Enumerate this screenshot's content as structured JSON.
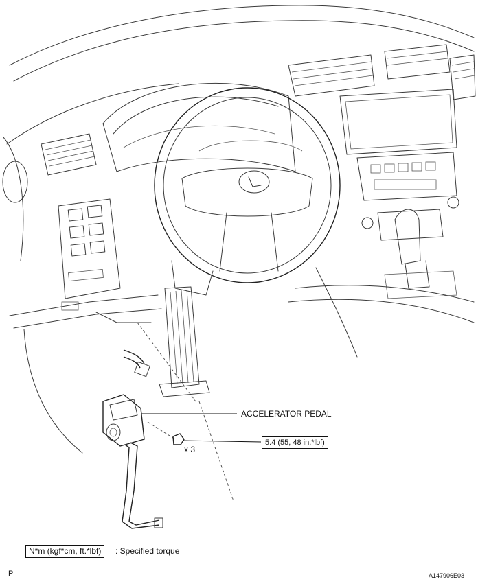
{
  "labels": {
    "accelerator_pedal": "ACCELERATOR PEDAL",
    "quantity": "x 3",
    "torque_value": "5.4 (55, 48 in.*lbf)"
  },
  "legend": {
    "unit_box": "N*m (kgf*cm, ft.*lbf)",
    "description": ": Specified torque"
  },
  "footer": {
    "left_mark": "P",
    "figure_code": "A147906E03"
  }
}
